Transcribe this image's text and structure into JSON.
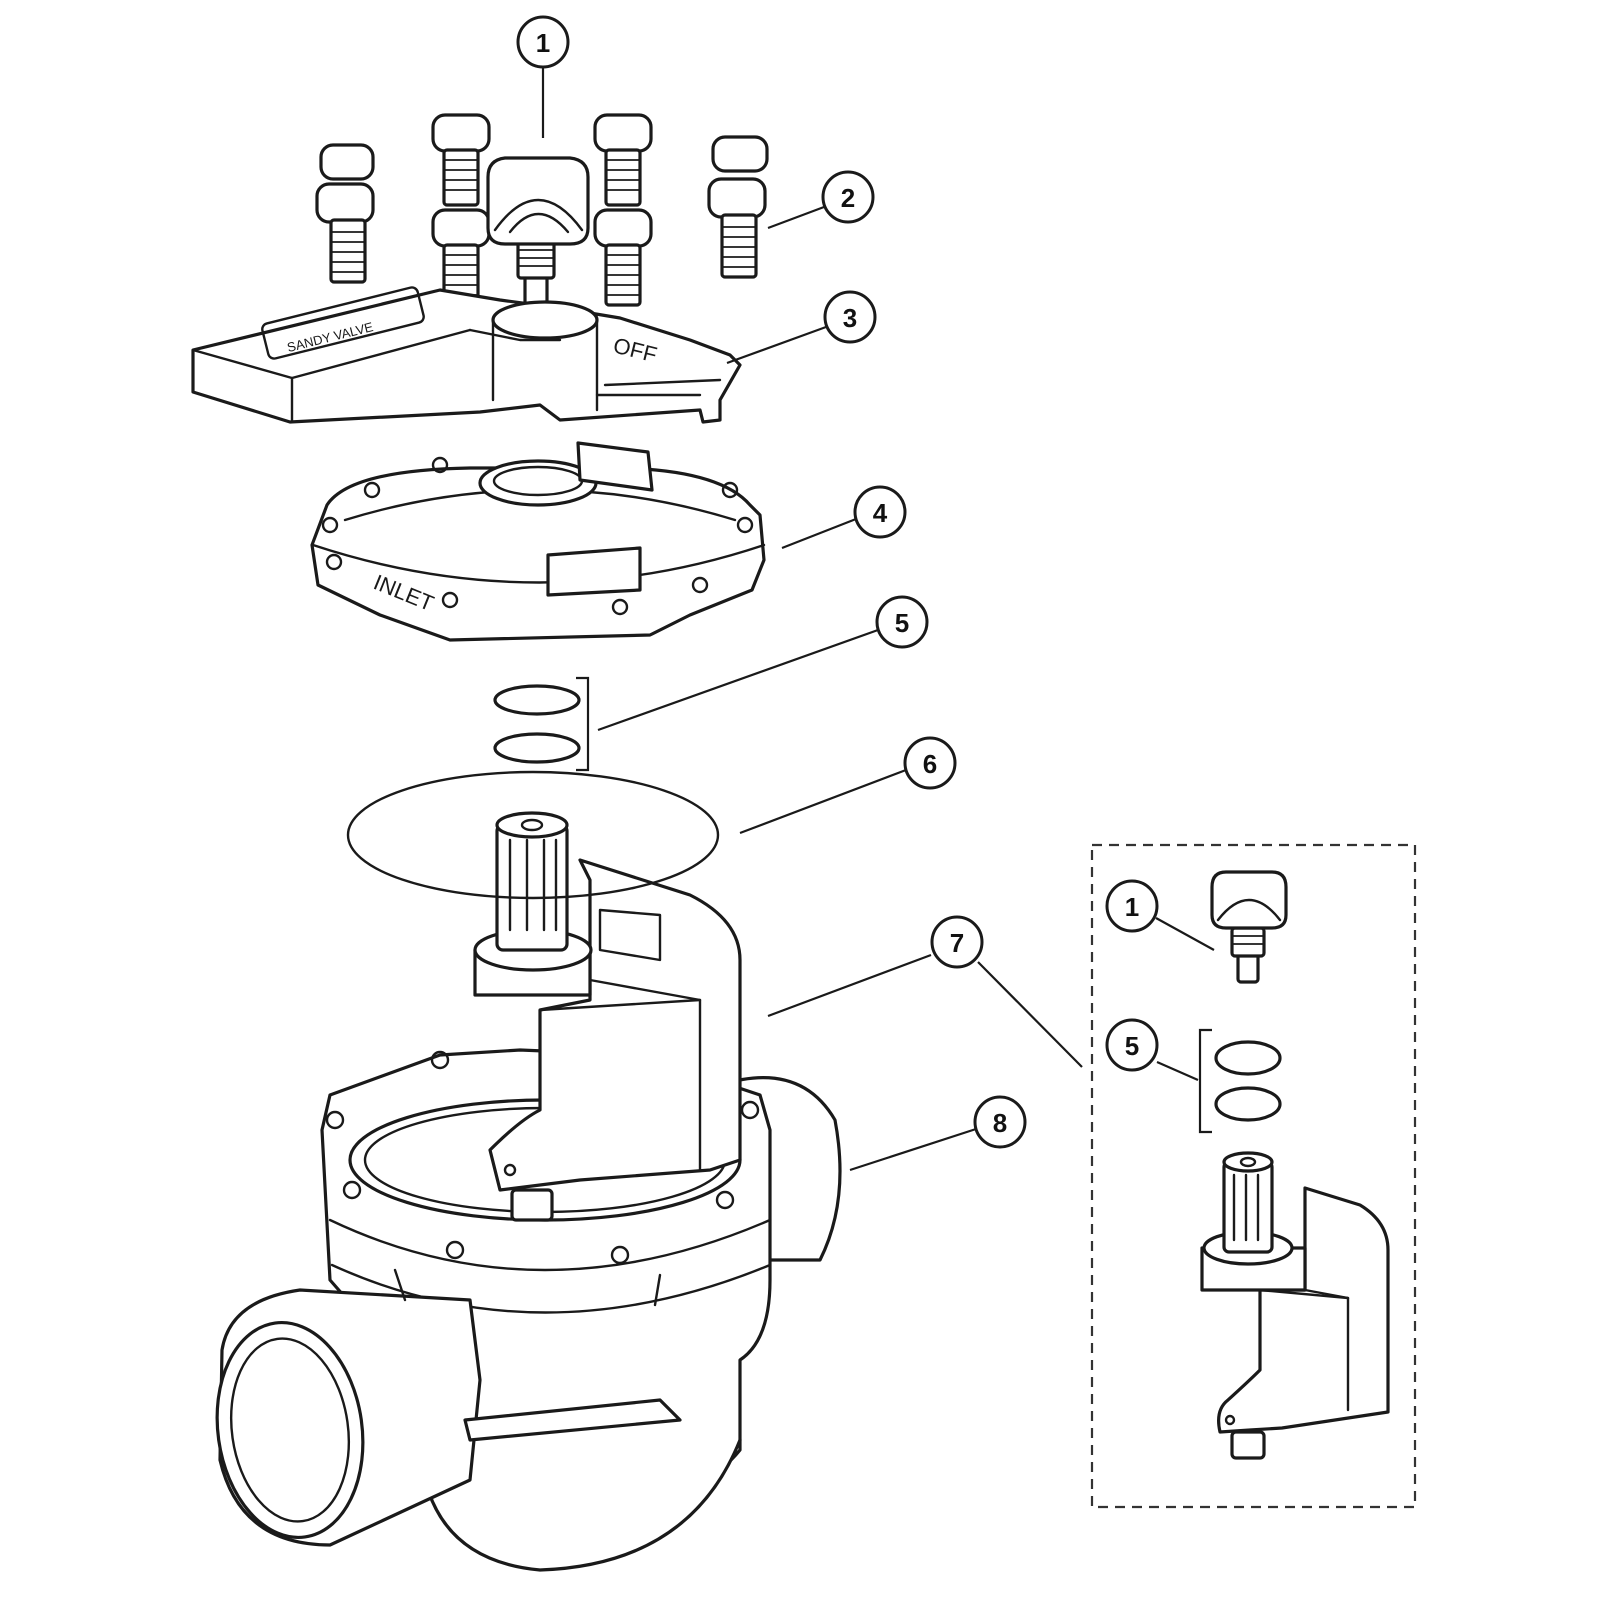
{
  "callouts": {
    "c1": "1",
    "c2": "2",
    "c3": "3",
    "c4": "4",
    "c5": "5",
    "c6": "6",
    "c7": "7",
    "c8": "8",
    "kit_c1": "1",
    "kit_c5": "5"
  },
  "engravings": {
    "off_label": "OFF",
    "inlet_label": "INLET",
    "handle_label": "SANDY VALVE"
  },
  "colors": {
    "line": "#1a1a1a",
    "background": "#ffffff"
  }
}
